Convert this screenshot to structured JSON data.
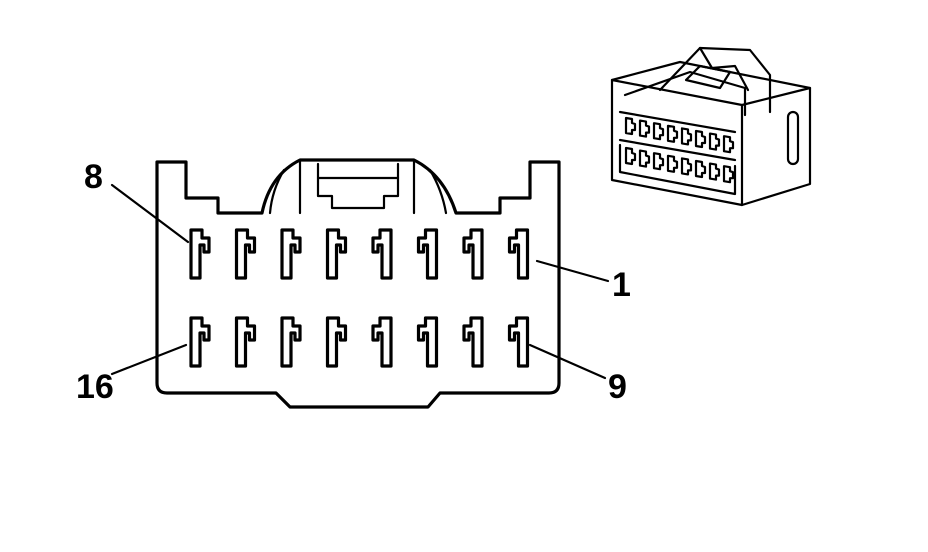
{
  "diagram": {
    "pin_labels": {
      "top_left": "8",
      "top_right": "1",
      "bottom_left": "16",
      "bottom_right": "9"
    },
    "pins_per_row": 8,
    "rows": 2,
    "colors": {
      "line": "#000000",
      "background": "#ffffff"
    }
  }
}
